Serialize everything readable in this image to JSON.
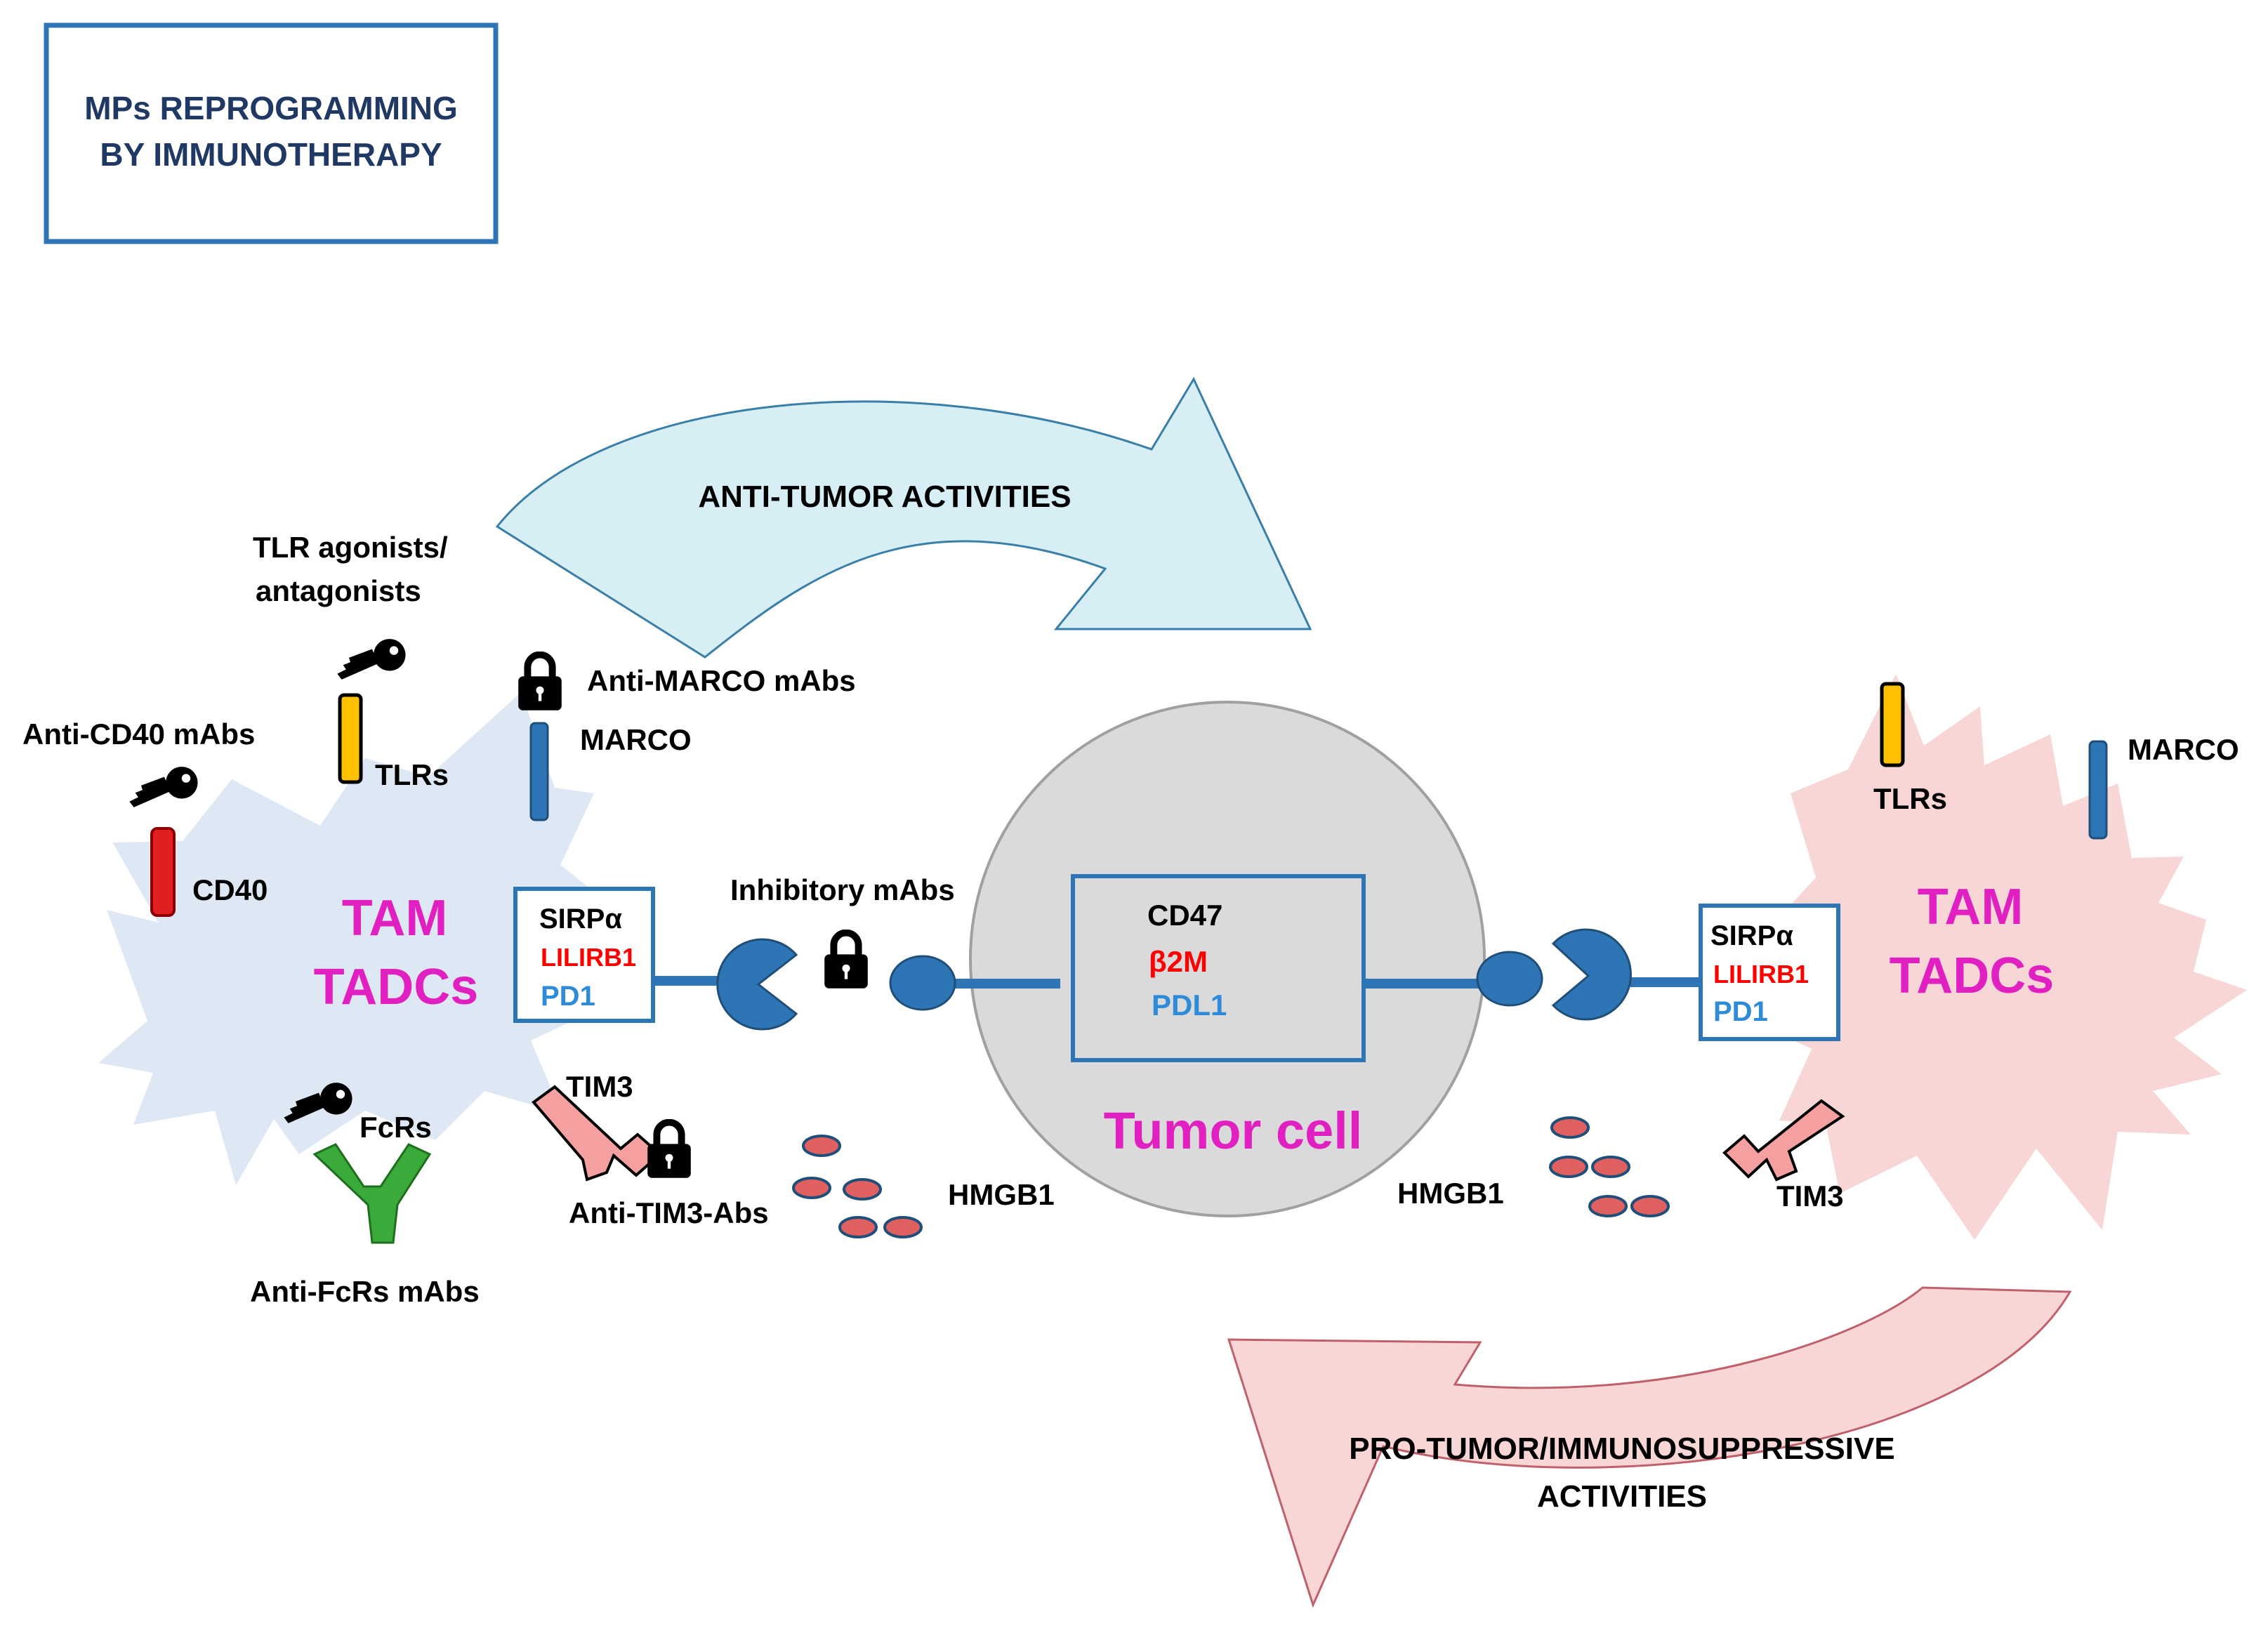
{
  "title": {
    "line1": "MPs REPROGRAMMING",
    "line2": "BY IMMUNOTHERAPY"
  },
  "arrows": {
    "anti_tumor": "ANTI-TUMOR ACTIVITIES",
    "pro_tumor_line1": "PRO-TUMOR/IMMUNOSUPPRESSIVE",
    "pro_tumor_line2": "ACTIVITIES"
  },
  "left_cell": {
    "name_line1": "TAM",
    "name_line2": "TADCs",
    "receptor_box": {
      "sirpa": "SIRPα",
      "lilirb1": "LILIRB1",
      "pd1": "PD1"
    },
    "labels": {
      "tlr_agonists_line1": "TLR agonists/",
      "tlr_agonists_line2": "antagonists",
      "anti_cd40": "Anti-CD40 mAbs",
      "cd40": "CD40",
      "tlrs": "TLRs",
      "anti_marco": "Anti-MARCO mAbs",
      "marco": "MARCO",
      "fcrs": "FcRs",
      "anti_fcrs": "Anti-FcRs mAbs",
      "tim3": "TIM3",
      "anti_tim3": "Anti-TIM3-Abs",
      "hmgb1": "HMGB1",
      "inhibitory": "Inhibitory mAbs"
    }
  },
  "tumor_cell": {
    "name": "Tumor cell",
    "ligand_box": {
      "cd47": "CD47",
      "b2m": "β2M",
      "pdl1": "PDL1"
    }
  },
  "right_cell": {
    "name_line1": "TAM",
    "name_line2": "TADCs",
    "receptor_box": {
      "sirpa": "SIRPα",
      "lilirb1": "LILIRB1",
      "pd1": "PD1"
    },
    "labels": {
      "tlrs": "TLRs",
      "marco": "MARCO",
      "tim3": "TIM3",
      "hmgb1": "HMGB1"
    }
  },
  "colors": {
    "title_border": "#2E75B6",
    "title_text": "#1F3864",
    "cell_name": "#E020C0",
    "lilirb1": "#FF0000",
    "pd1": "#2E8BD8",
    "receptor_blue": "#2E75B6",
    "left_burst": "#DEE8F4",
    "right_burst": "#F9D6D6",
    "anti_tumor_arrow": "#D6EEF4",
    "pro_tumor_arrow": "#F9D6D6",
    "tumor_fill": "#DADADA",
    "tlr_yellow": "#FFC000",
    "cd40_red": "#E02020",
    "fcr_green": "#3AAA3A",
    "tim3_pink": "#F4A0A0",
    "hmgb1_fill": "#E06060"
  },
  "icons": {
    "key": "key-icon",
    "lock": "lock-icon"
  }
}
